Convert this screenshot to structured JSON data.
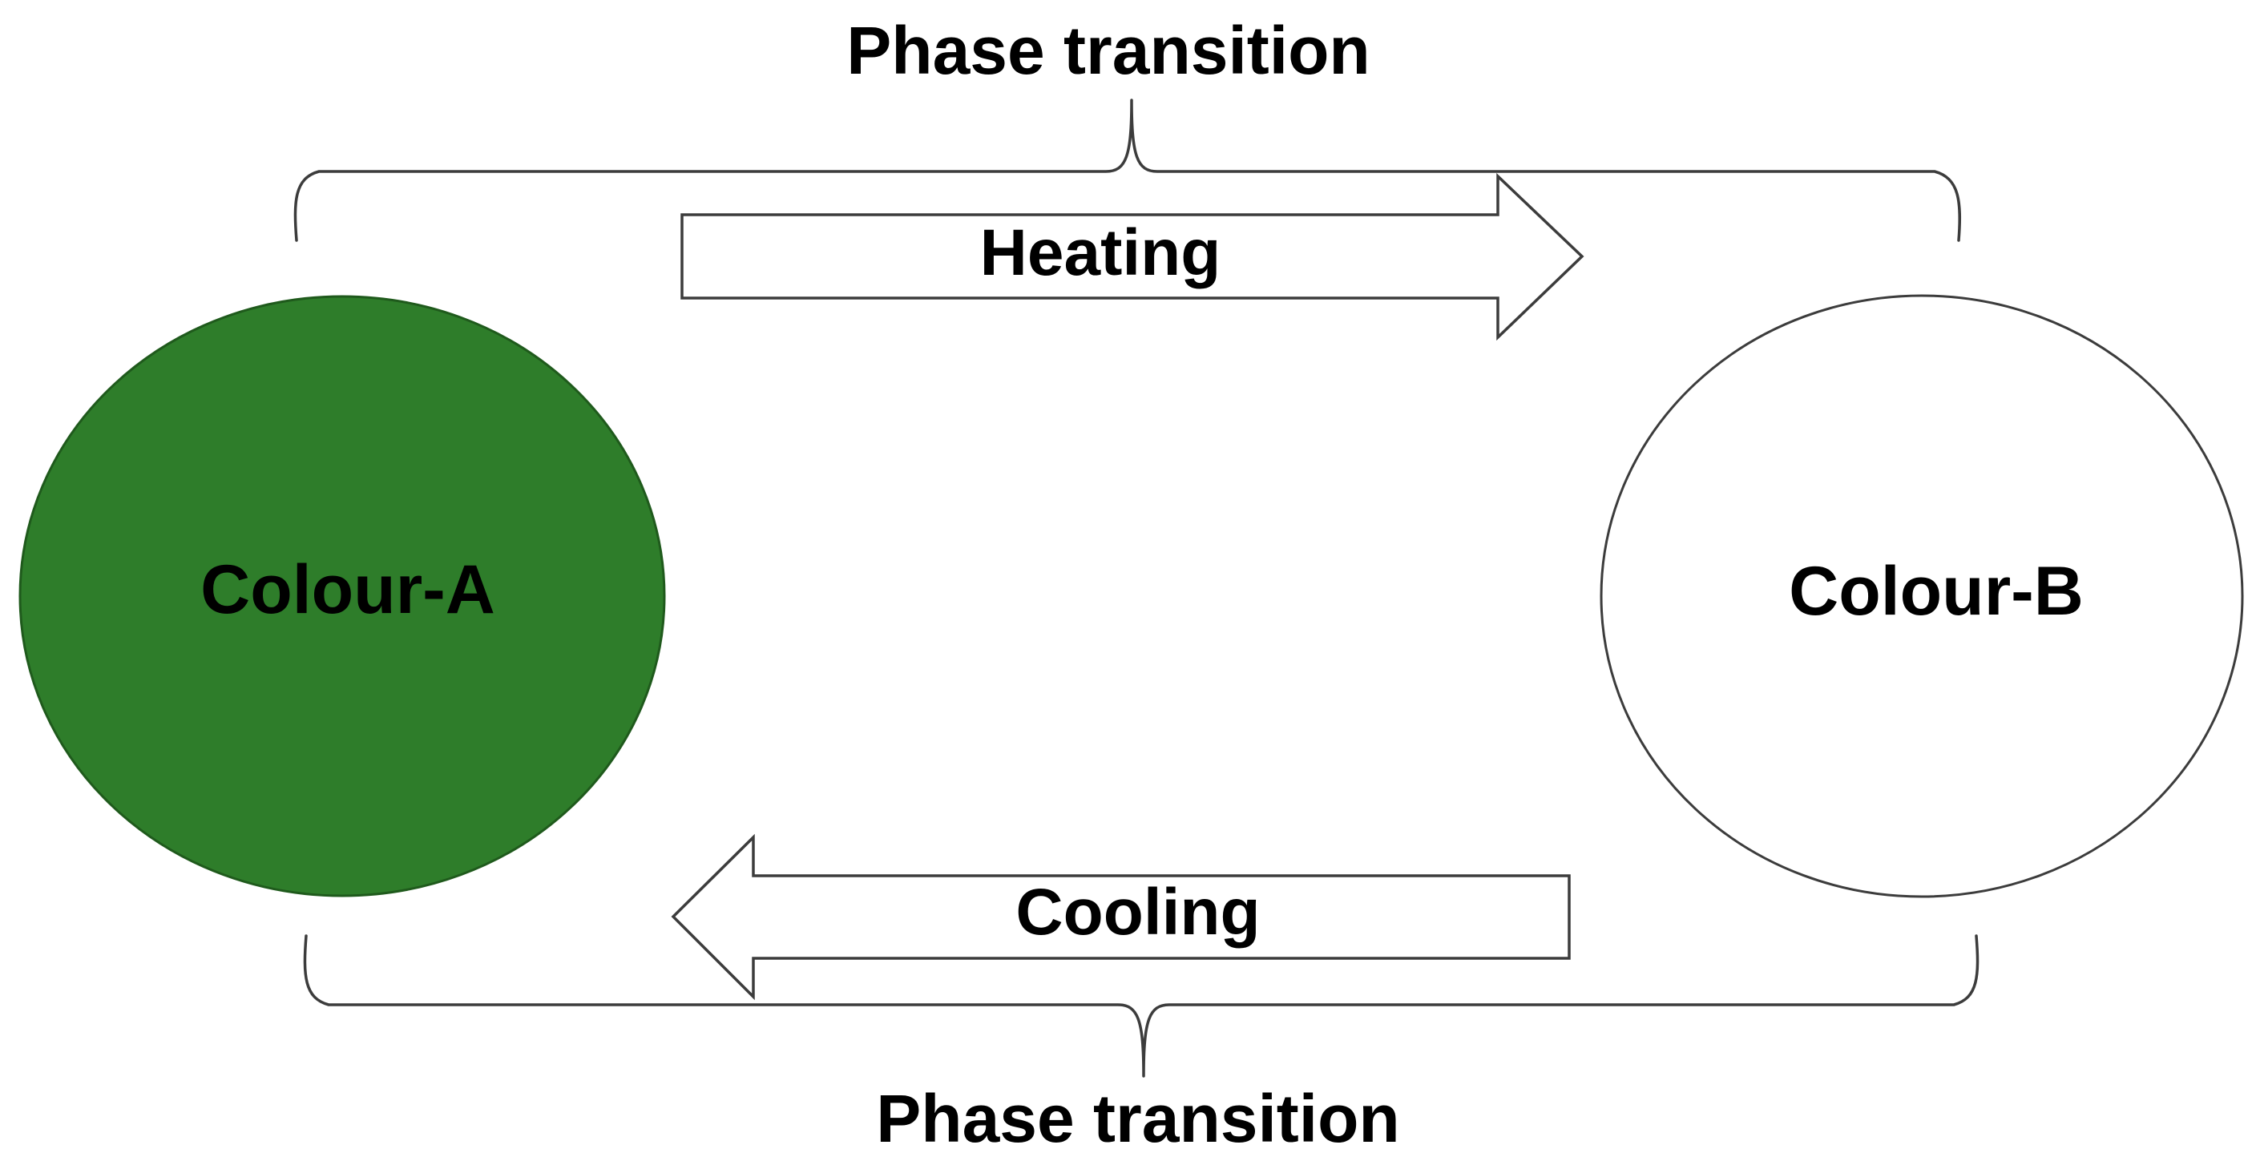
{
  "top_brace": {
    "label": "Phase transition"
  },
  "bottom_brace": {
    "label": "Phase transition"
  },
  "heating_arrow": {
    "label": "Heating",
    "direction": "right"
  },
  "cooling_arrow": {
    "label": "Cooling",
    "direction": "left"
  },
  "node_a": {
    "label": "Colour-A",
    "fill": "#2e7d2a"
  },
  "node_b": {
    "label": "Colour-B",
    "fill": "#ffffff"
  },
  "colors": {
    "stroke": "#3c3c3c",
    "text": "#000000"
  }
}
